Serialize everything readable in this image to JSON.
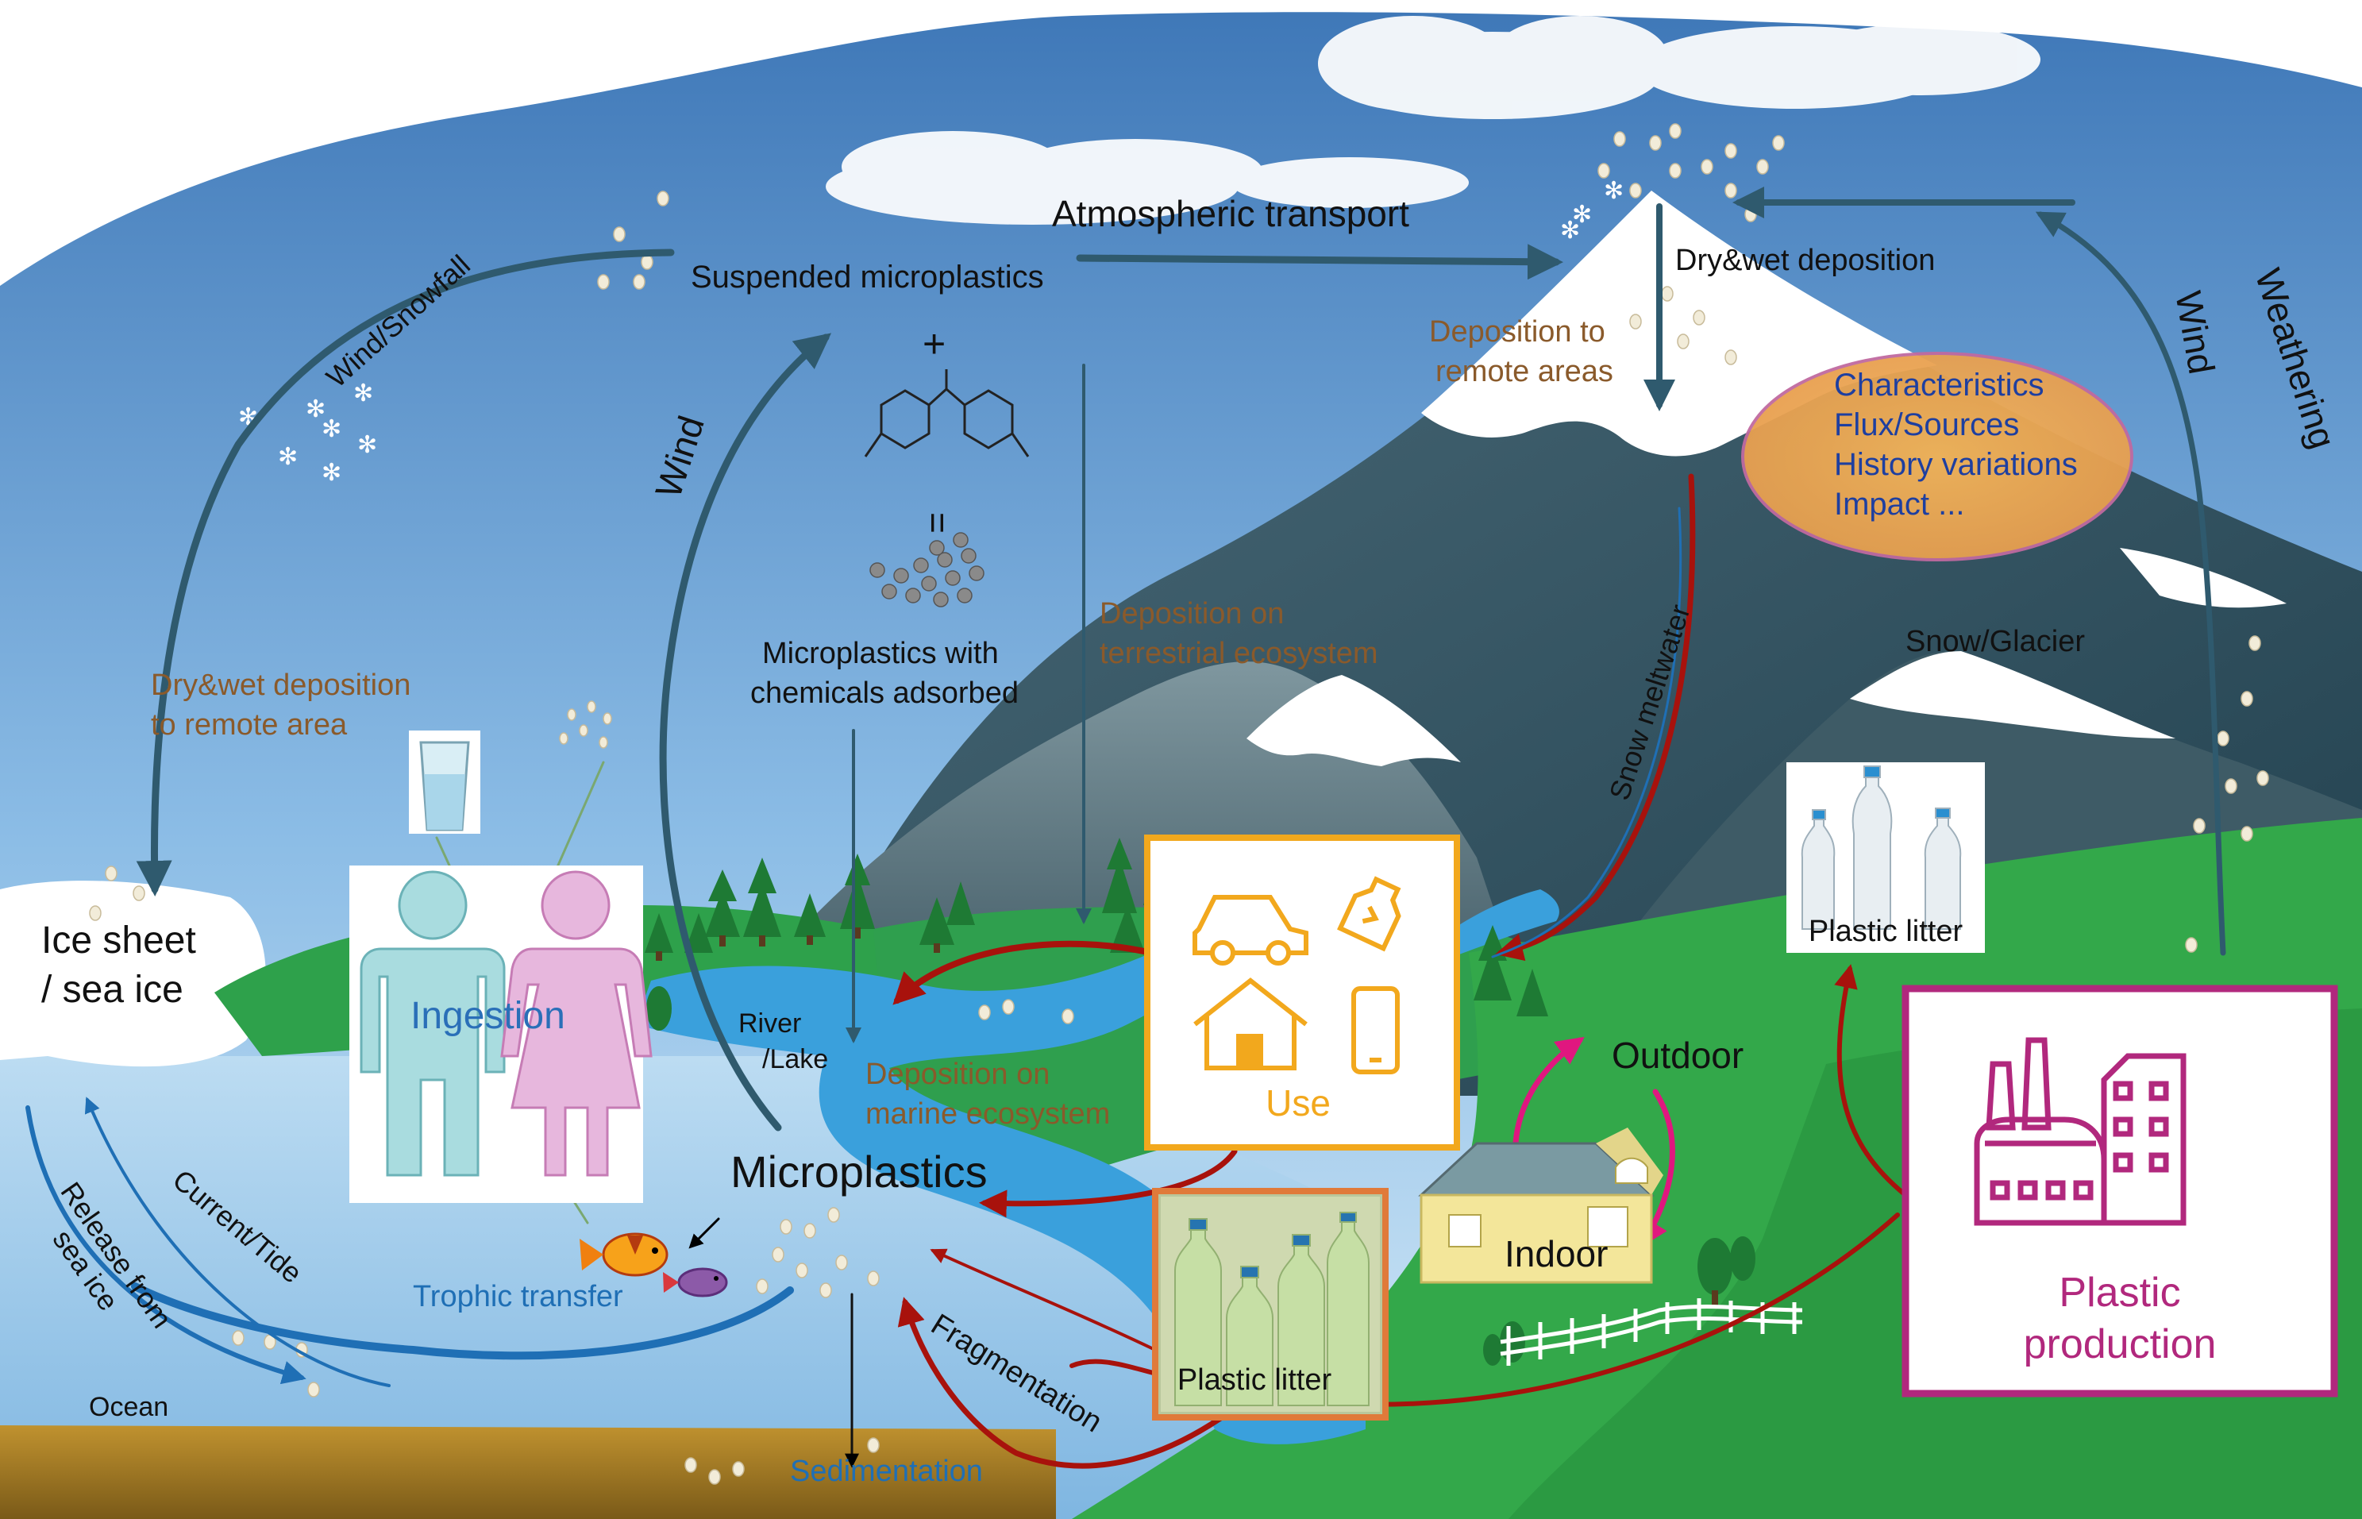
{
  "labels": {
    "atmospheric_transport": "Atmospheric transport",
    "suspended_microplastics": "Suspended microplastics",
    "wind_snowfall": "Wind/Snowfall",
    "dry_wet_deposition": "Dry&wet deposition",
    "deposition_remote_areas_1": "Deposition to",
    "deposition_remote_areas_2": "remote areas",
    "characteristics": "Characteristics",
    "flux_sources": "Flux/Sources",
    "history_variations": "History variations",
    "impact": "Impact ...",
    "weathering": "Weathering",
    "wind_right": "Wind",
    "wind_left": "Wind",
    "plus": "+",
    "equals": "=",
    "mp_chem_1": "Microplastics with",
    "mp_chem_2": "chemicals adsorbed",
    "dep_terrestrial_1": "Deposition on",
    "dep_terrestrial_2": "terrestrial ecosystem",
    "dep_remote_area_1": "Dry&wet deposition",
    "dep_remote_area_2": "to remote area",
    "snow_meltwater": "Snow meltwater",
    "snow_glacier": "Snow/Glacier",
    "ice_sheet_1": "Ice sheet",
    "ice_sheet_2": "/ sea ice",
    "ingestion": "Ingestion",
    "river_lake_1": "River",
    "river_lake_2": "/Lake",
    "dep_marine_1": "Deposition on",
    "dep_marine_2": "marine ecosystem",
    "use": "Use",
    "plastic_litter_bottles": "Plastic litter",
    "plastic_litter_photo": "Plastic litter",
    "outdoor": "Outdoor",
    "indoor": "Indoor",
    "microplastics": "Microplastics",
    "current_tide": "Current/Tide",
    "release_sea_ice_1": "Release from",
    "release_sea_ice_2": "sea ice",
    "trophic_transfer": "Trophic transfer",
    "fragmentation": "Fragmentation",
    "plastic_production_1": "Plastic",
    "plastic_production_2": "production",
    "ocean": "Ocean",
    "sedimentation": "Sedimentation"
  },
  "colors": {
    "dark_arrow": "#2f5a6e",
    "red_arrow": "#a8120c",
    "blue_arrow": "#1f6fb5",
    "brown_text": "#8a5a2b",
    "blue_text": "#1e3fa0",
    "use_orange": "#f2a81d",
    "production_magenta": "#b1287d",
    "pink_arrow": "#e0177f"
  }
}
